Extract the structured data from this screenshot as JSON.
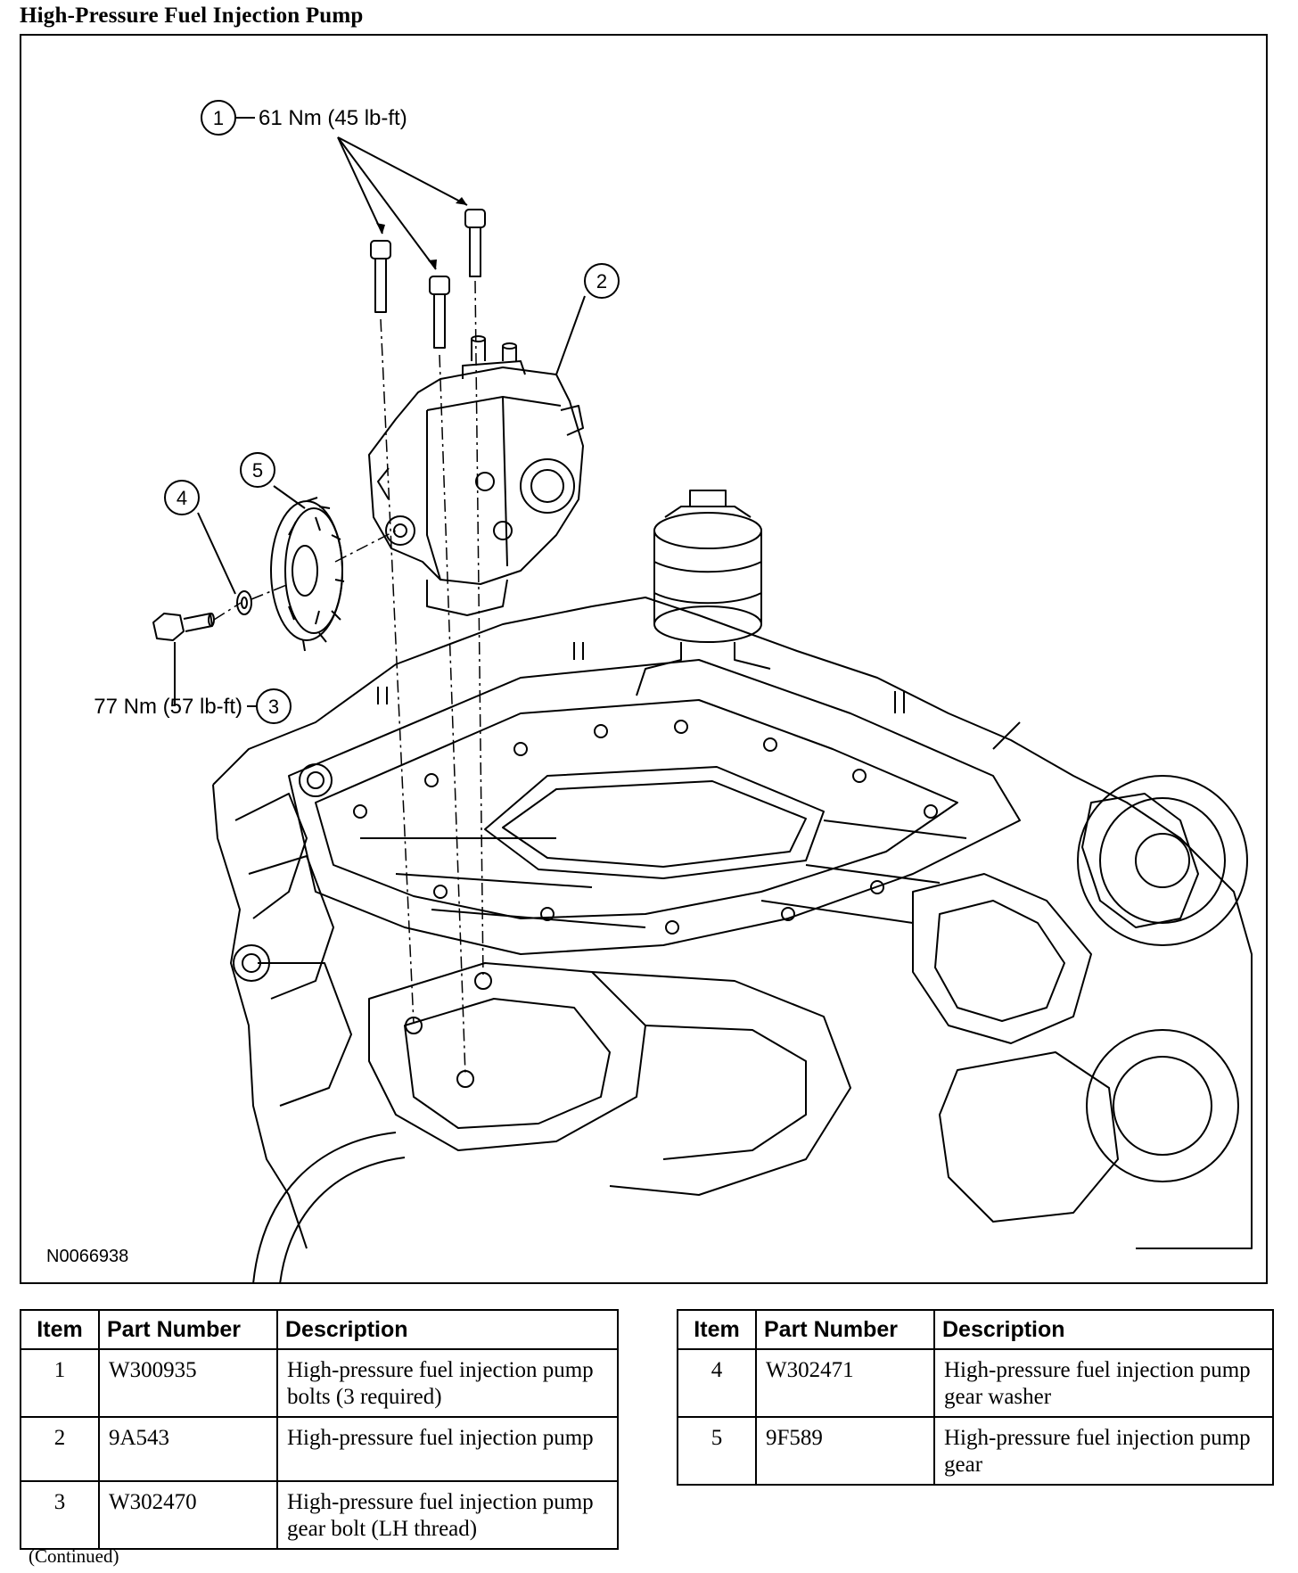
{
  "page": {
    "title": "High-Pressure Fuel Injection Pump",
    "footer_note": "(Continued)"
  },
  "figure": {
    "figure_id": "N0066938",
    "callouts": [
      {
        "number": "1",
        "torque": "61 Nm (45 lb-ft)"
      },
      {
        "number": "2"
      },
      {
        "number": "3",
        "torque": "77 Nm (57 lb-ft)"
      },
      {
        "number": "4"
      },
      {
        "number": "5"
      }
    ]
  },
  "table": {
    "headers": [
      "Item",
      "Part Number",
      "Description"
    ],
    "left_rows": [
      {
        "item": "1",
        "part_number": "W300935",
        "description": "High-pressure fuel injection pump bolts (3 required)"
      },
      {
        "item": "2",
        "part_number": "9A543",
        "description": "High-pressure fuel injection pump"
      },
      {
        "item": "3",
        "part_number": "W302470",
        "description": "High-pressure fuel injection pump gear bolt (LH thread)"
      }
    ],
    "right_rows": [
      {
        "item": "4",
        "part_number": "W302471",
        "description": "High-pressure fuel injection pump gear washer"
      },
      {
        "item": "5",
        "part_number": "9F589",
        "description": "High-pressure fuel injection pump gear"
      }
    ]
  }
}
